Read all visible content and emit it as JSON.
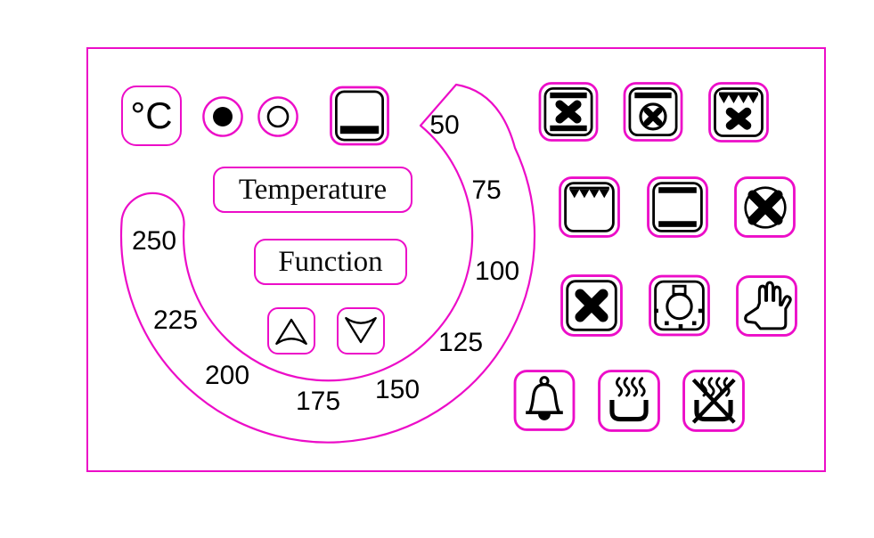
{
  "colors": {
    "accent": "#ec0dc8",
    "ink": "#000000",
    "background": "#ffffff"
  },
  "unit": {
    "label": "°C"
  },
  "controls": {
    "temperature_button": "Temperature",
    "function_button": "Function",
    "increase_icon": "arrow-up",
    "decrease_icon": "arrow-down"
  },
  "indicators": [
    {
      "name": "indicator-on",
      "state": "filled"
    },
    {
      "name": "indicator-off",
      "state": "empty"
    }
  ],
  "dial": {
    "values": [
      "50",
      "75",
      "100",
      "125",
      "150",
      "175",
      "200",
      "225",
      "250"
    ]
  },
  "symbols": {
    "display": "bottom-heat",
    "grid": [
      "fan-top-bottom-heat",
      "true-fan-top-heat",
      "grill-fan",
      "grill",
      "top-bottom-heat",
      "fan-only",
      "fan",
      "oven-light",
      "child-lock",
      "timer-bell",
      "residual-heat",
      "residual-heat-off"
    ]
  }
}
